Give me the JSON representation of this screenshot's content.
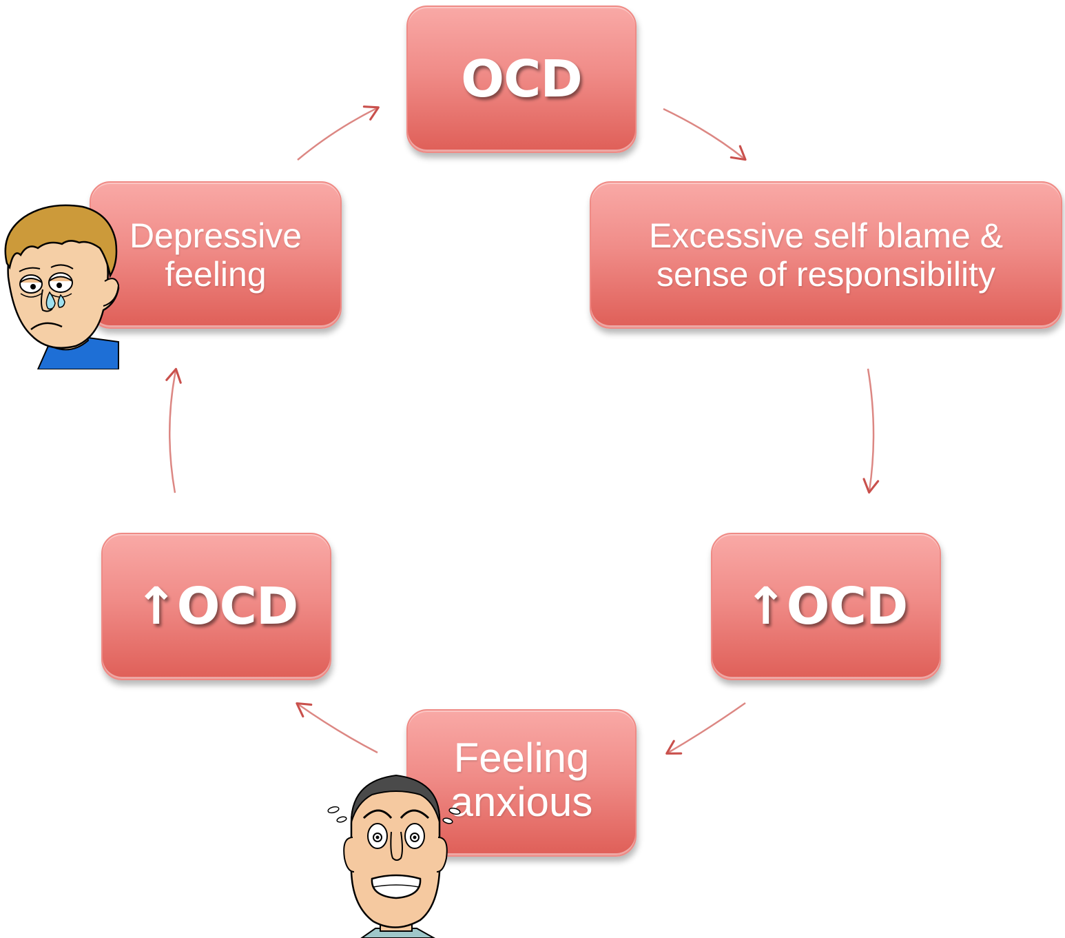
{
  "diagram": {
    "nodes": [
      {
        "id": "ocd",
        "label": "OCD"
      },
      {
        "id": "blame",
        "label": "Excessive self blame &\nsense of responsibility"
      },
      {
        "id": "ocd_right",
        "label": "↑OCD"
      },
      {
        "id": "anxious",
        "label": "Feeling\nanxious"
      },
      {
        "id": "ocd_left",
        "label": "↑OCD"
      },
      {
        "id": "depressive",
        "label": "Depressive\nfeeling"
      }
    ],
    "edges": [
      {
        "from": "ocd",
        "to": "blame"
      },
      {
        "from": "blame",
        "to": "ocd_right"
      },
      {
        "from": "ocd_right",
        "to": "anxious"
      },
      {
        "from": "anxious",
        "to": "ocd_left"
      },
      {
        "from": "ocd_left",
        "to": "depressive"
      },
      {
        "from": "depressive",
        "to": "ocd"
      }
    ],
    "illustrations": [
      {
        "id": "sad-face",
        "icon": "crying-man-icon"
      },
      {
        "id": "scared-face",
        "icon": "anxious-man-icon"
      }
    ],
    "colors": {
      "node_fill_top": "#f9a9a6",
      "node_fill_bottom": "#df5f58",
      "arrow": "#c9504c",
      "text": "#ffffff"
    }
  }
}
